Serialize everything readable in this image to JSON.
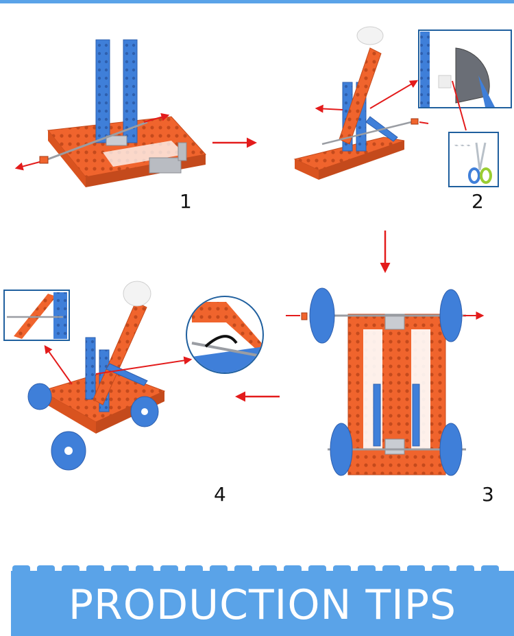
{
  "steps": [
    {
      "number": "1"
    },
    {
      "number": "2"
    },
    {
      "number": "3"
    },
    {
      "number": "4"
    }
  ],
  "banner": {
    "title": "PRODUCTION TIPS"
  },
  "colors": {
    "accent_blue": "#5aa3e8",
    "part_orange": "#f0642d",
    "part_blue": "#3f7fd9",
    "arrow_red": "#e31b1b",
    "frame_blue": "#1f5f9e"
  }
}
